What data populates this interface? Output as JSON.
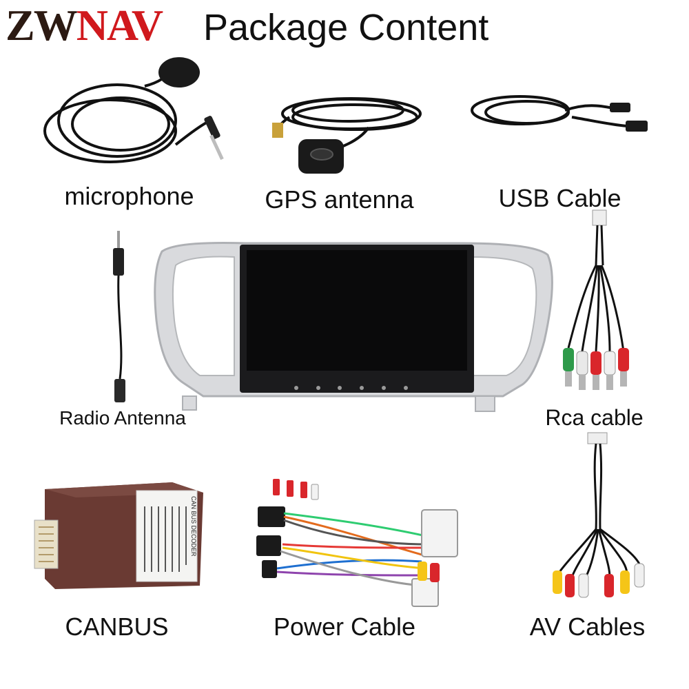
{
  "brand": {
    "part1": "ZW",
    "part2": "NAV"
  },
  "title": "Package Content",
  "items": {
    "microphone": "microphone",
    "gps_antenna": "GPS antenna",
    "usb_cable": "USB Cable",
    "radio_antenna": "Radio Antenna",
    "rca_cable": "Rca cable",
    "canbus": "CANBUS",
    "power_cable": "Power Cable",
    "av_cables": "AV Cables"
  },
  "canbus_sticker": "CAN BUS DECODER",
  "colors": {
    "brand_dark": "#2c1a12",
    "brand_red": "#d0191d",
    "cable": "#111111",
    "bezel": "#c9cbcf"
  }
}
